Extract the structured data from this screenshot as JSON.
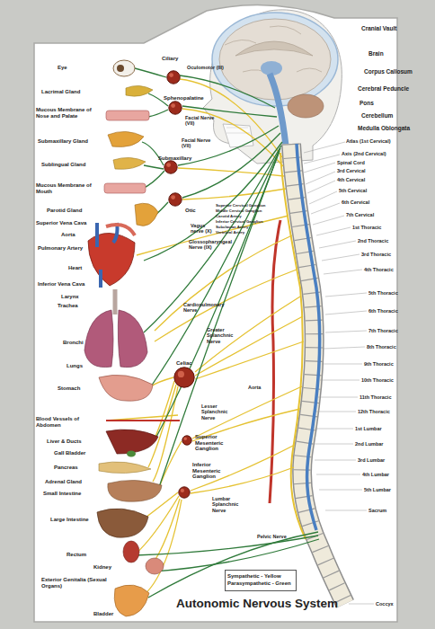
{
  "diagram": {
    "title": "Autonomic Nervous System",
    "nodes": [
      {
        "text": [
          "Ciliary"
        ]
      },
      {
        "text": [
          "Sphenopalatine"
        ]
      },
      {
        "text": [
          "Submaxillary"
        ]
      },
      {
        "text": [
          "Otic"
        ]
      },
      {
        "text": [
          "Celiac"
        ]
      },
      {
        "text": [
          "Superior Mesenteric Ganglion"
        ]
      },
      {
        "text": [
          "Inferior Mesenteric Ganglion"
        ]
      }
    ],
    "labels": [
      "Cranial Vault",
      "Brain",
      "Corpus Callosum",
      "Cerebral Peduncle",
      "Pons",
      "Cerebellum",
      "Medulla Oblongata",
      "Atlas (1st Cervical)",
      "Axis (2nd Cervical)",
      "Spinal Cord",
      "3rd Cervical",
      "4th Cervical",
      "5th Cervical",
      "6th Cervical",
      "7th Cervical",
      "1st Thoracic",
      "2nd Thoracic",
      "3rd Thoracic",
      "4th Thoracic",
      "5th Thoracic",
      "6th Thoracic",
      "7th Thoracic",
      "8th Thoracic",
      "9th Thoracic",
      "10th Thoracic",
      "11th Thoracic",
      "12th Thoracic",
      "1st Lumbar",
      "2nd Lumbar",
      "3rd Lumbar",
      "4th Lumbar",
      "5th Lumbar",
      "Sacrum",
      "Coccyx",
      "Eye",
      "Lacrimal Gland",
      "Mucous Membrane of Nose and Palate",
      "Submaxillary Gland",
      "Sublingual Gland",
      "Mucous Membrane of Mouth",
      "Parotid Gland",
      "Superior Vena Cava",
      "Aorta",
      "Pulmonary Artery",
      "Heart",
      "Inferior Vena Cava",
      "Larynx",
      "Trachea",
      "Bronchi",
      "Lungs",
      "Stomach",
      "Blood Vessels of Abdomen",
      "Liver & Ducts",
      "Gall Bladder",
      "Pancreas",
      "Adrenal Gland",
      "Small Intestine",
      "Large Intestine",
      "Rectum",
      "Kidney",
      "Exterior Genitalia (Sexual Organs)",
      "Bladder",
      "Oculomotor (III)",
      "Facial Nerve (VII)",
      "Facial Nerve (VII)",
      "Vagus nerve (X)",
      "Glossopharyngeal Nerve (IX)",
      "Superior Cervical Ganglion",
      "Middle Cervical Ganglion",
      "Carotid Artery",
      "Inferior Cervical Ganglion",
      "Subclavian Artery",
      "Vertebral Artery",
      "Cardiopulmonary Nerve",
      "Greater Splanchnic Nerve",
      "Lesser Splanchnic Nerve",
      "Lumbar Splanchnic Nerve",
      "Pelvic Nerve",
      "Aorta"
    ],
    "legend": [
      {
        "text": "Sympathetic - Yellow"
      },
      {
        "text": "Parasympathetic - Green"
      }
    ]
  }
}
